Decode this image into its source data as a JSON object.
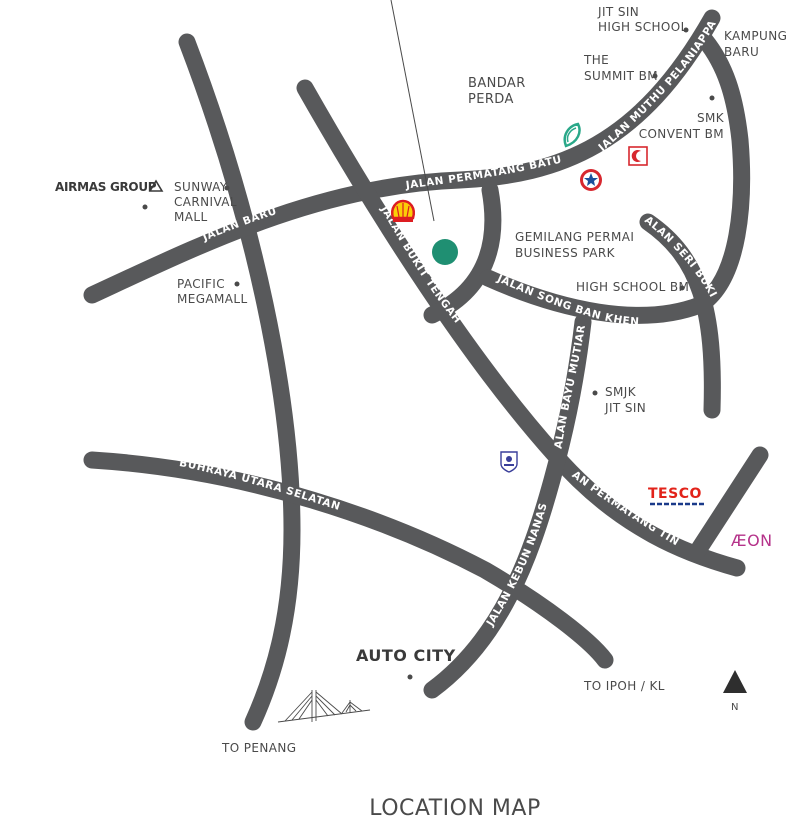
{
  "title": "LOCATION MAP",
  "roads": {
    "jalan_baru": "JALAN BARU",
    "jalan_permatang_batu": "JALAN PERMATANG BATU",
    "jalan_muthu_pelaniappan": "JALAN MUTHU PELANIAPPAN",
    "jalan_bukit_tengah": "JALAN BUKIT TENGAH",
    "jalan_song_ban_kheng": "JALAN SONG BAN KHENG",
    "jalan_seri_bukit": "JALAN SERI BUKIT",
    "jalan_bayu_mutiara": "JALAN BAYU MUTIARA",
    "lebuhraya": "LEBUHRAYA UTARA SELATAN",
    "jalan_permatang_tinggi": "JALAN PERMATANG TINGGI",
    "jalan_kebun_nanas": "JALAN KEBUN NANAS"
  },
  "places": {
    "jit_sin_high_school": [
      "JIT SIN",
      "HIGH SCHOOL"
    ],
    "kampung_baru": [
      "KAMPUNG",
      "BARU"
    ],
    "the_summit": [
      "THE",
      "SUMMIT BM"
    ],
    "bandar_perda": [
      "BANDAR",
      "PERDA"
    ],
    "smk_convent": [
      "SMK",
      "CONVENT BM"
    ],
    "sunway_carnival": [
      "SUNWAY",
      "CARNIVAL",
      "MALL"
    ],
    "gemilang_permai": [
      "GEMILANG PERMAI",
      "BUSINESS PARK"
    ],
    "pacific_megamall": [
      "PACIFIC",
      "MEGAMALL"
    ],
    "high_school_bm": "HIGH SCHOOL BM",
    "smjk_jit_sin": [
      "SMJK",
      "JIT SIN"
    ],
    "auto_city": "AUTO CITY",
    "to_ipoh_kl": "TO IPOH / KL",
    "to_penang": "TO PENANG"
  },
  "brands": {
    "airmas": "AIRMAS GROUP",
    "tesco": "TESCO",
    "aeon": "ÆON"
  },
  "compass": "N",
  "colors": {
    "road": "#58595b",
    "site_marker": "#1f8f72",
    "tesco": "#e2231a",
    "tesco_stripe": "#1a3a8a",
    "aeon": "#b5338a",
    "shell_red": "#dd1d21",
    "shell_yellow": "#fbce07",
    "petronas": "#2aa889",
    "caltex_red": "#d7282f",
    "caltex_blue": "#1b4f9b",
    "police": "#3a3f9a"
  }
}
